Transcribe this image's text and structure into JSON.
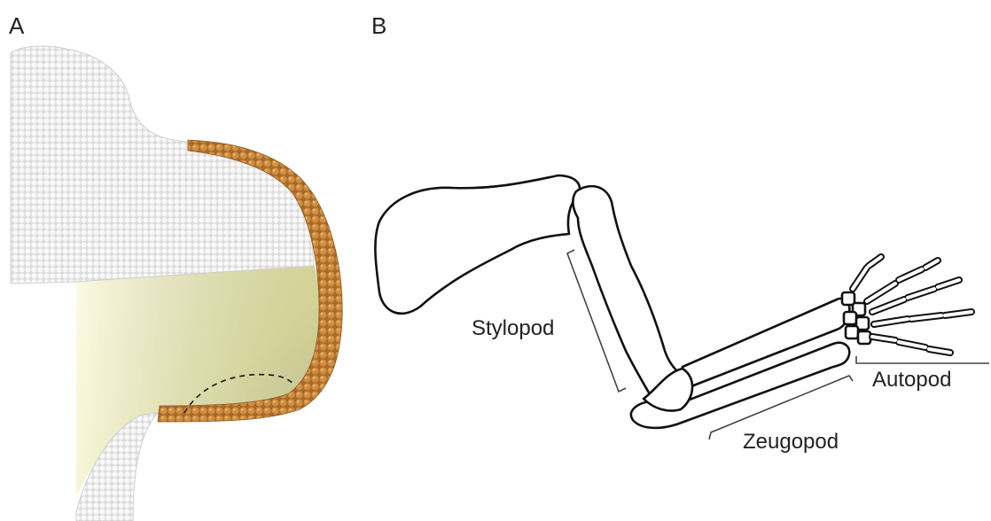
{
  "panels": {
    "a": {
      "label": "A"
    },
    "b": {
      "label": "B"
    }
  },
  "limb_segments": {
    "stylopod": "Stylopod",
    "zeugopod": "Zeugopod",
    "autopod": "Autopod"
  },
  "colors": {
    "background": "#ffffff",
    "ectoderm_cells": "#e9e9e9",
    "ridge_cells": "#c98733",
    "mesenchyme": "#f2f0a8",
    "outline": "#111111"
  }
}
